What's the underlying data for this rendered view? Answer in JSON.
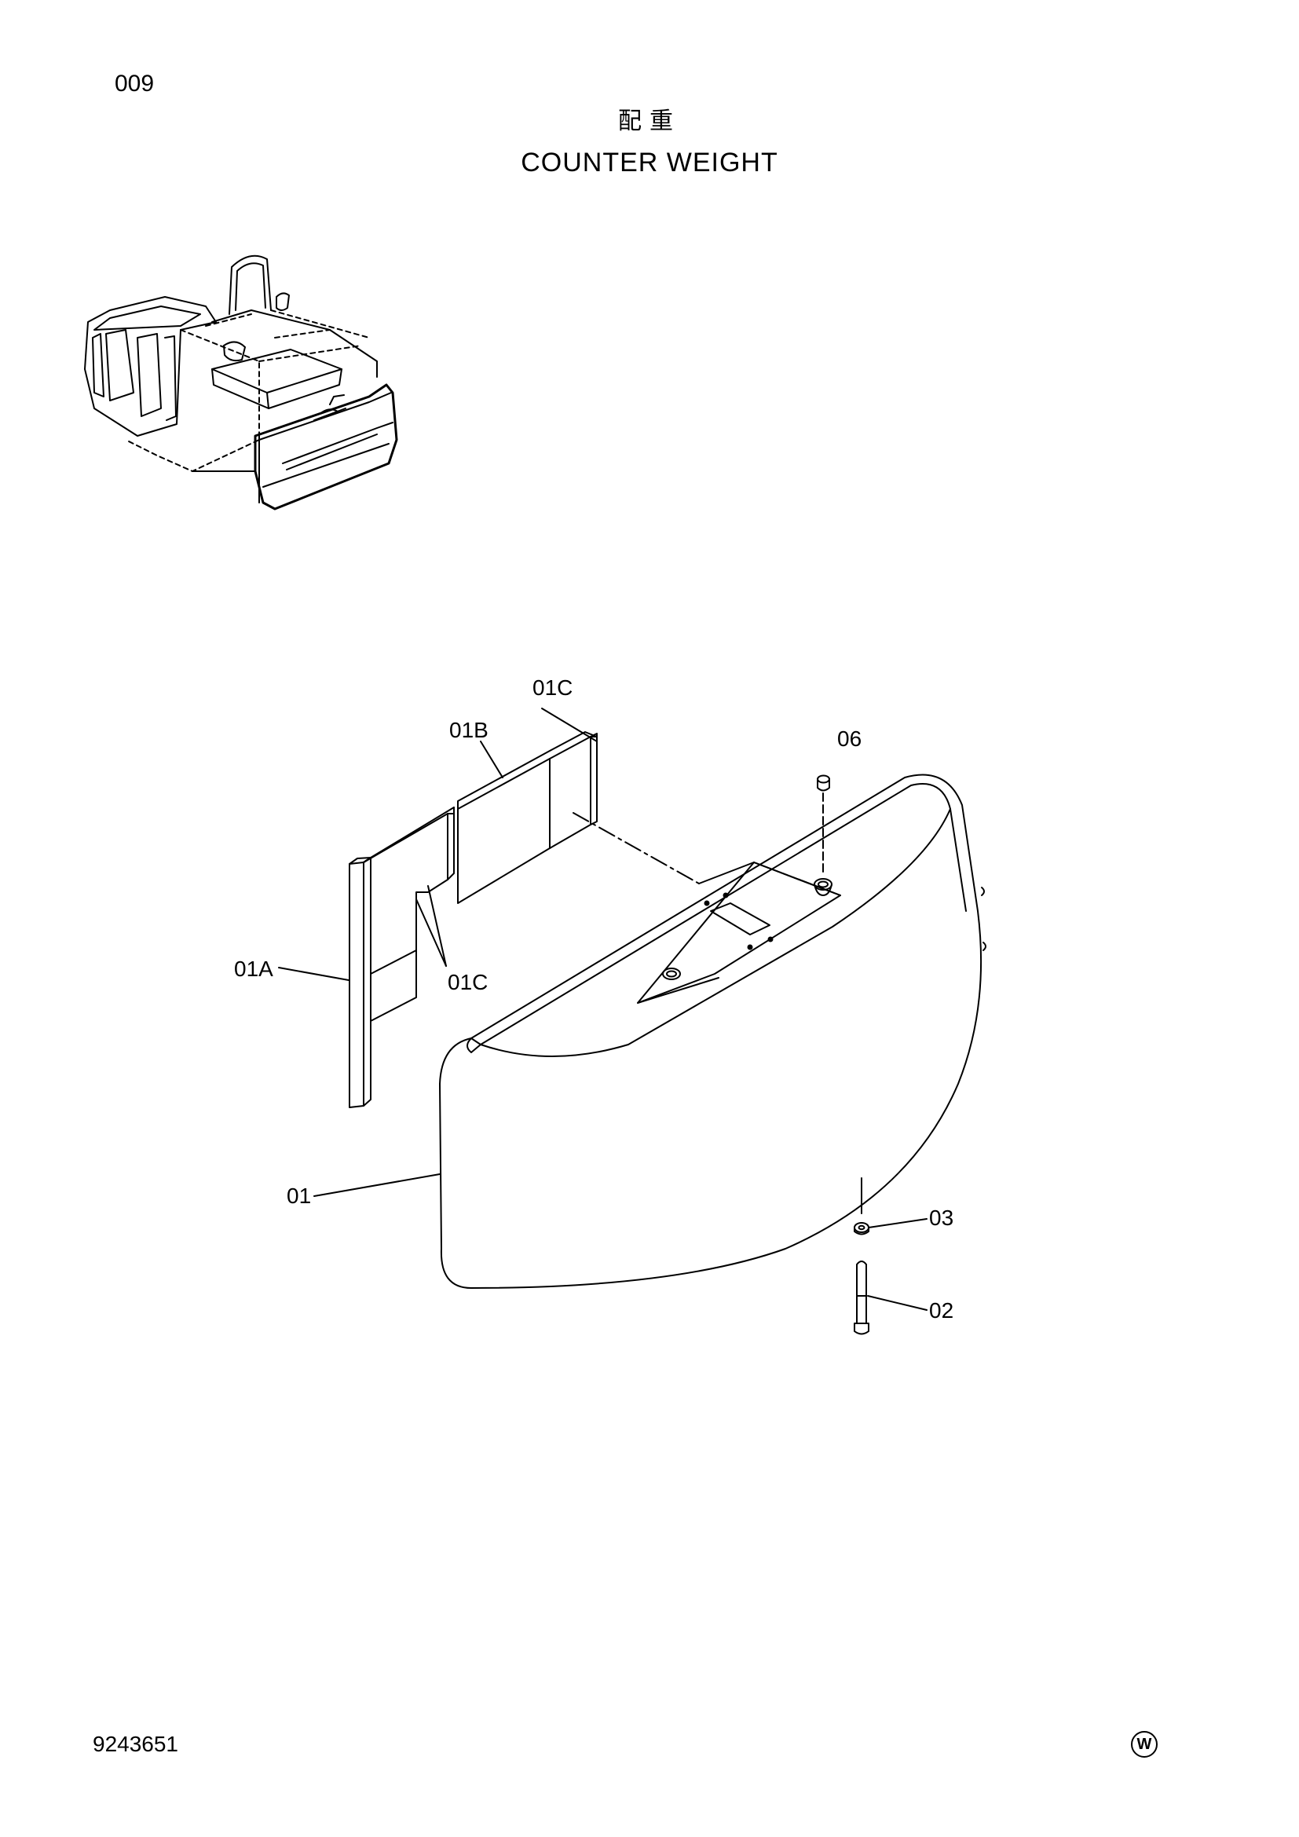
{
  "header": {
    "page_number": "009",
    "title_jp": "配重",
    "title_en": "COUNTER WEIGHT"
  },
  "parts": {
    "label_01c_top": "01C",
    "label_01b": "01B",
    "label_06": "06",
    "label_01a": "01A",
    "label_01c_lower": "01C",
    "label_01": "01",
    "label_03": "03",
    "label_02": "02"
  },
  "footer": {
    "doc_number": "9243651",
    "maker_mark": "W"
  }
}
